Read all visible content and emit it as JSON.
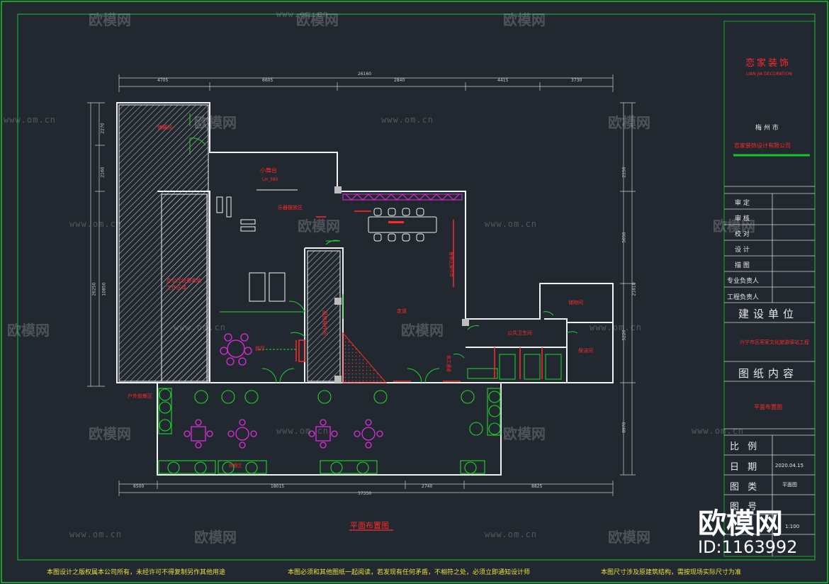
{
  "drawing": {
    "title": "平面布置图",
    "dims_top": [
      "4705",
      "6605",
      "26160",
      "2840",
      "4415",
      "3730"
    ],
    "dims_bottom": [
      "6500",
      "18015",
      "2740",
      "8825",
      "37350"
    ],
    "dims_left": [
      "2270",
      "2160",
      "10850",
      "26250"
    ],
    "dims_right": [
      "2150",
      "5050",
      "21810",
      "5220",
      "8970"
    ],
    "rooms": {
      "bar": "小舞台",
      "bar_dim": "LH_380",
      "stage_area": "乐器摆放区",
      "left_room": "办公厅设备收纳\n工作区域",
      "corridor": "走道",
      "restroom": "公共卫生间",
      "storage": "储物间",
      "staff": "员工通道",
      "entry": "就餐区",
      "cleaning": "保洁间",
      "upper": "储藏间",
      "front": "前厅",
      "vertical_label": "厨房操作间",
      "red_vertical": "备餐区操作台",
      "outdoor": "户外就餐区"
    }
  },
  "title_block": {
    "company_cn": "恋家装饰",
    "company_en": "LIAN JIA DECORATION",
    "city": "梅 州 市",
    "company_full": "恋家装饰设计有限公司",
    "approval_rows": [
      "审  定",
      "审  核",
      "校  对",
      "设  计",
      "描  图",
      "专业负责人",
      "工程负责人"
    ],
    "build_unit": "建设单位",
    "project": "兴宁市区客家文化旅游驿站工程",
    "drawing_content": "图纸内容",
    "drawing_name": "平面布置图",
    "scale_label": "比 例",
    "date_label": "日 期",
    "date_value": "2020.04.15",
    "type_label": "图 类",
    "type_value": "平面图",
    "number_label": "图 号",
    "number_value": "1:100"
  },
  "footer": {
    "note1": "本图设计之版权属本公司所有，未经许可不得复制另作其他用途",
    "note2": "本图必须和其他图纸一起阅读，若发现有任何矛盾，不相符之处，必须立即通知设计师",
    "note3": "本图尺寸涉及原建筑结构，需按现场实际尺寸为准"
  },
  "watermark": {
    "brand": "欧模网",
    "url": "www.om.cn",
    "id_brand": "欧模网",
    "id": "ID:1163992"
  },
  "colors": {
    "background": "#212830",
    "border": "#19c42a",
    "wall": "#f2f2f2",
    "green": "#1fd52b",
    "red": "#ff2b2b",
    "magenta": "#e02ce0",
    "yellow": "#e8e03a",
    "hatch": "#d9d9d9"
  }
}
